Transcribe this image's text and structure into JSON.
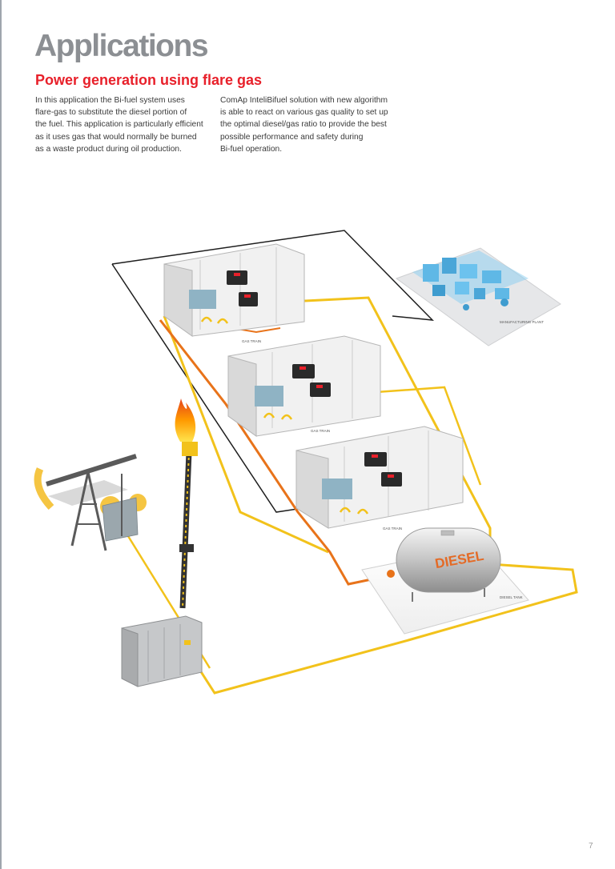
{
  "header": {
    "title": "Applications",
    "subtitle": "Power generation using flare gas"
  },
  "body": {
    "left_lines": [
      "In this application the Bi-fuel system uses",
      "flare-gas to substitute the diesel portion of",
      "the fuel. This application is particularly efficient",
      "as it uses gas that would normally be burned",
      "as a waste product during oil production."
    ],
    "right_lines": [
      "ComAp InteliBifuel solution with new algorithm",
      "is able to react on various gas quality to set up",
      "the optimal diesel/gas ratio to provide the best",
      "possible performance and safety during",
      "Bi-fuel operation."
    ]
  },
  "diagram": {
    "gas_train_label": "GAS TRAIN",
    "manufacturing_label": "MANUFACTURING PLANT",
    "diesel_tank_label": "DIESEL TANK",
    "tank_text": "DIESEL",
    "colors": {
      "gas_pipe": "#f2c21b",
      "fuel_pipe": "#e8731a",
      "signal_line": "#1e1e1e",
      "plant": "#5fb8e6",
      "flame": "#ff8a00",
      "pumpjack": "#f5c542"
    }
  },
  "footer": {
    "page_number": "7"
  }
}
